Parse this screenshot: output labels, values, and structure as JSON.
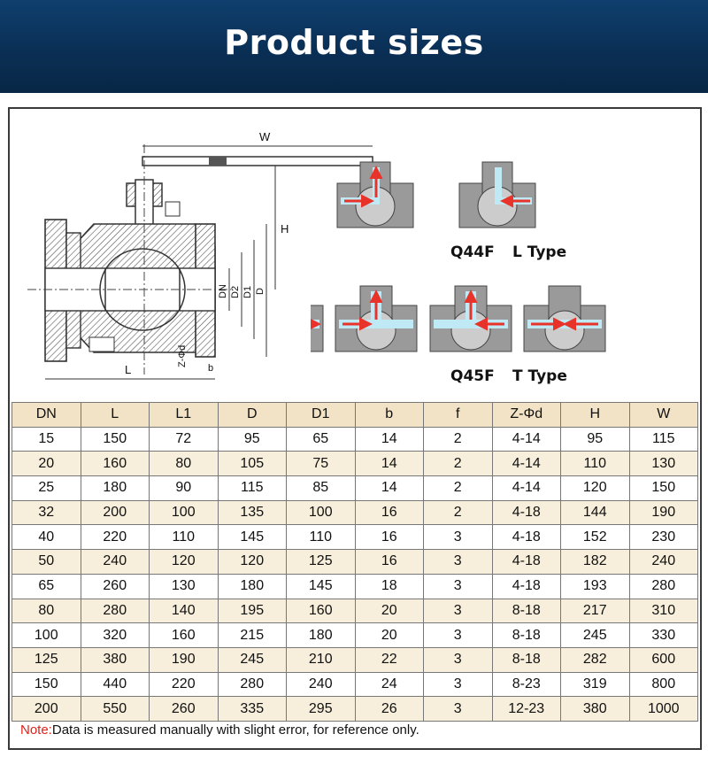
{
  "banner": {
    "title": "Product sizes"
  },
  "diagram": {
    "dim_w": "W",
    "dim_h": "H",
    "dim_l": "L",
    "dim_dn": "DN",
    "dim_d2": "D2",
    "dim_d1": "D1",
    "dim_d": "D",
    "dim_b": "b",
    "dim_z": "Z-Φd"
  },
  "types": {
    "q44f_model": "Q44F",
    "q44f_type": "L Type",
    "q45f_model": "Q45F",
    "q45f_type": "T Type"
  },
  "colors": {
    "flow": "#e8332b",
    "fluid": "#bfe9f5",
    "body": "#8c8c8c",
    "ball": "#c9c9c9",
    "header_bg": "#f2e3c6",
    "stripe_bg": "#f7eedb"
  },
  "table": {
    "headers": [
      "DN",
      "L",
      "L1",
      "D",
      "D1",
      "b",
      "f",
      "Z-Φd",
      "H",
      "W"
    ],
    "rows": [
      [
        "15",
        "150",
        "72",
        "95",
        "65",
        "14",
        "2",
        "4-14",
        "95",
        "115"
      ],
      [
        "20",
        "160",
        "80",
        "105",
        "75",
        "14",
        "2",
        "4-14",
        "110",
        "130"
      ],
      [
        "25",
        "180",
        "90",
        "115",
        "85",
        "14",
        "2",
        "4-14",
        "120",
        "150"
      ],
      [
        "32",
        "200",
        "100",
        "135",
        "100",
        "16",
        "2",
        "4-18",
        "144",
        "190"
      ],
      [
        "40",
        "220",
        "110",
        "145",
        "110",
        "16",
        "3",
        "4-18",
        "152",
        "230"
      ],
      [
        "50",
        "240",
        "120",
        "120",
        "125",
        "16",
        "3",
        "4-18",
        "182",
        "240"
      ],
      [
        "65",
        "260",
        "130",
        "180",
        "145",
        "18",
        "3",
        "4-18",
        "193",
        "280"
      ],
      [
        "80",
        "280",
        "140",
        "195",
        "160",
        "20",
        "3",
        "8-18",
        "217",
        "310"
      ],
      [
        "100",
        "320",
        "160",
        "215",
        "180",
        "20",
        "3",
        "8-18",
        "245",
        "330"
      ],
      [
        "125",
        "380",
        "190",
        "245",
        "210",
        "22",
        "3",
        "8-18",
        "282",
        "600"
      ],
      [
        "150",
        "440",
        "220",
        "280",
        "240",
        "24",
        "3",
        "8-23",
        "319",
        "800"
      ],
      [
        "200",
        "550",
        "260",
        "335",
        "295",
        "26",
        "3",
        "12-23",
        "380",
        "1000"
      ]
    ]
  },
  "note": {
    "label": "Note:",
    "text": "Data is measured manually with slight error, for reference only."
  }
}
